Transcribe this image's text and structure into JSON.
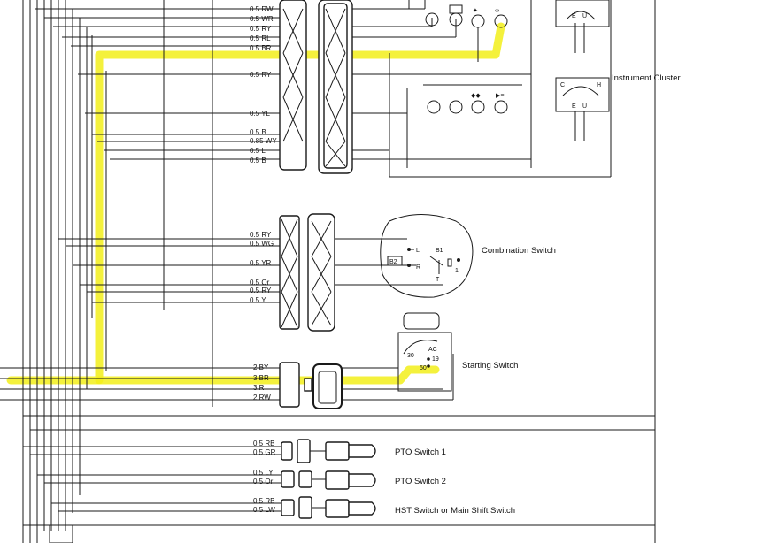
{
  "top_wires": [
    "0.5 RW",
    "0.5 WR",
    "0.5 RY",
    "0.5 RL",
    "0.5 BR",
    "0.5 RY",
    "0.5 YL",
    "0.5 B",
    "0.85 WY",
    "0.5 L",
    "0.5 B"
  ],
  "combo_wires": [
    "0.5 RY",
    "0.5 WG",
    "0.5 YR",
    "0.5 Or",
    "0.5 RY",
    "0.5 Y"
  ],
  "start_wires": [
    "2 BY",
    "3 BR",
    "3 R",
    "2 RW"
  ],
  "pto1_wires": [
    "0.5 RB",
    "0.5 GR"
  ],
  "pto2_wires": [
    "0.5 LY",
    "0.5 Or"
  ],
  "hst_wires": [
    "0.5 RB",
    "0.5 LW"
  ],
  "components": {
    "instrument_cluster": "Instrument Cluster",
    "combination_switch": "Combination Switch",
    "starting_switch": "Starting Switch",
    "pto_switch_1": "PTO Switch 1",
    "pto_switch_2": "PTO Switch 2",
    "hst_switch": "HST Switch or Main Shift Switch"
  },
  "gauge_letters": {
    "top_e": "E",
    "top_u": "U",
    "bottom_c": "C",
    "bottom_h": "H",
    "bottom_e": "E",
    "bottom_u": "U"
  },
  "combo_terminals": [
    "L",
    "B1",
    "B2",
    "R",
    "T",
    "1"
  ],
  "start_terminals": [
    "30",
    "AC",
    "19",
    "50"
  ],
  "colors": {
    "highlight": "#f2ee1a",
    "line": "#1a1a1a"
  }
}
